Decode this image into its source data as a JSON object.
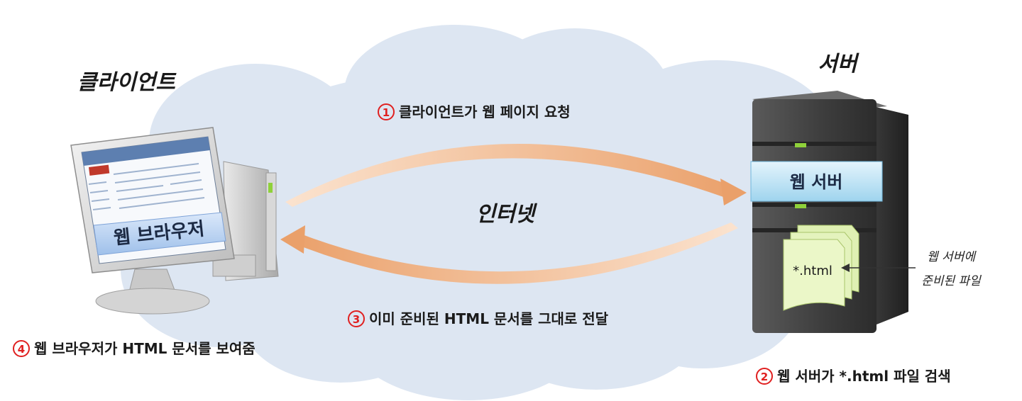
{
  "labels": {
    "client_title": "클라이언트",
    "server_title": "서버",
    "internet": "인터넷",
    "web_browser": "웹 브라우저",
    "web_server": "웹 서버",
    "html_file": "*.html",
    "server_note_line1": "웹 서버에",
    "server_note_line2": "준비된 파일"
  },
  "steps": [
    {
      "number": "1",
      "text": "클라이언트가 웹 페이지 요청"
    },
    {
      "number": "2",
      "text": "웹 서버가 *.html 파일 검색"
    },
    {
      "number": "3",
      "text": "이미 준비된 HTML 문서를 그대로 전달"
    },
    {
      "number": "4",
      "text": "웹 브라우저가 HTML 문서를 보여줌"
    }
  ],
  "colors": {
    "cloud": "#dde6f2",
    "arrow": "#f0b98a",
    "step_number": "#e02020",
    "server_body": "#4a4a4a",
    "server_label_bar": "#bfe3f5",
    "browser_label_bar": "#b9d3f0",
    "html_page": "#e8f5c4",
    "server_green_slot": "#8fd13a"
  },
  "icons": {
    "monitor": "monitor-icon",
    "server": "server-tower-icon",
    "document": "document-stack-icon"
  }
}
